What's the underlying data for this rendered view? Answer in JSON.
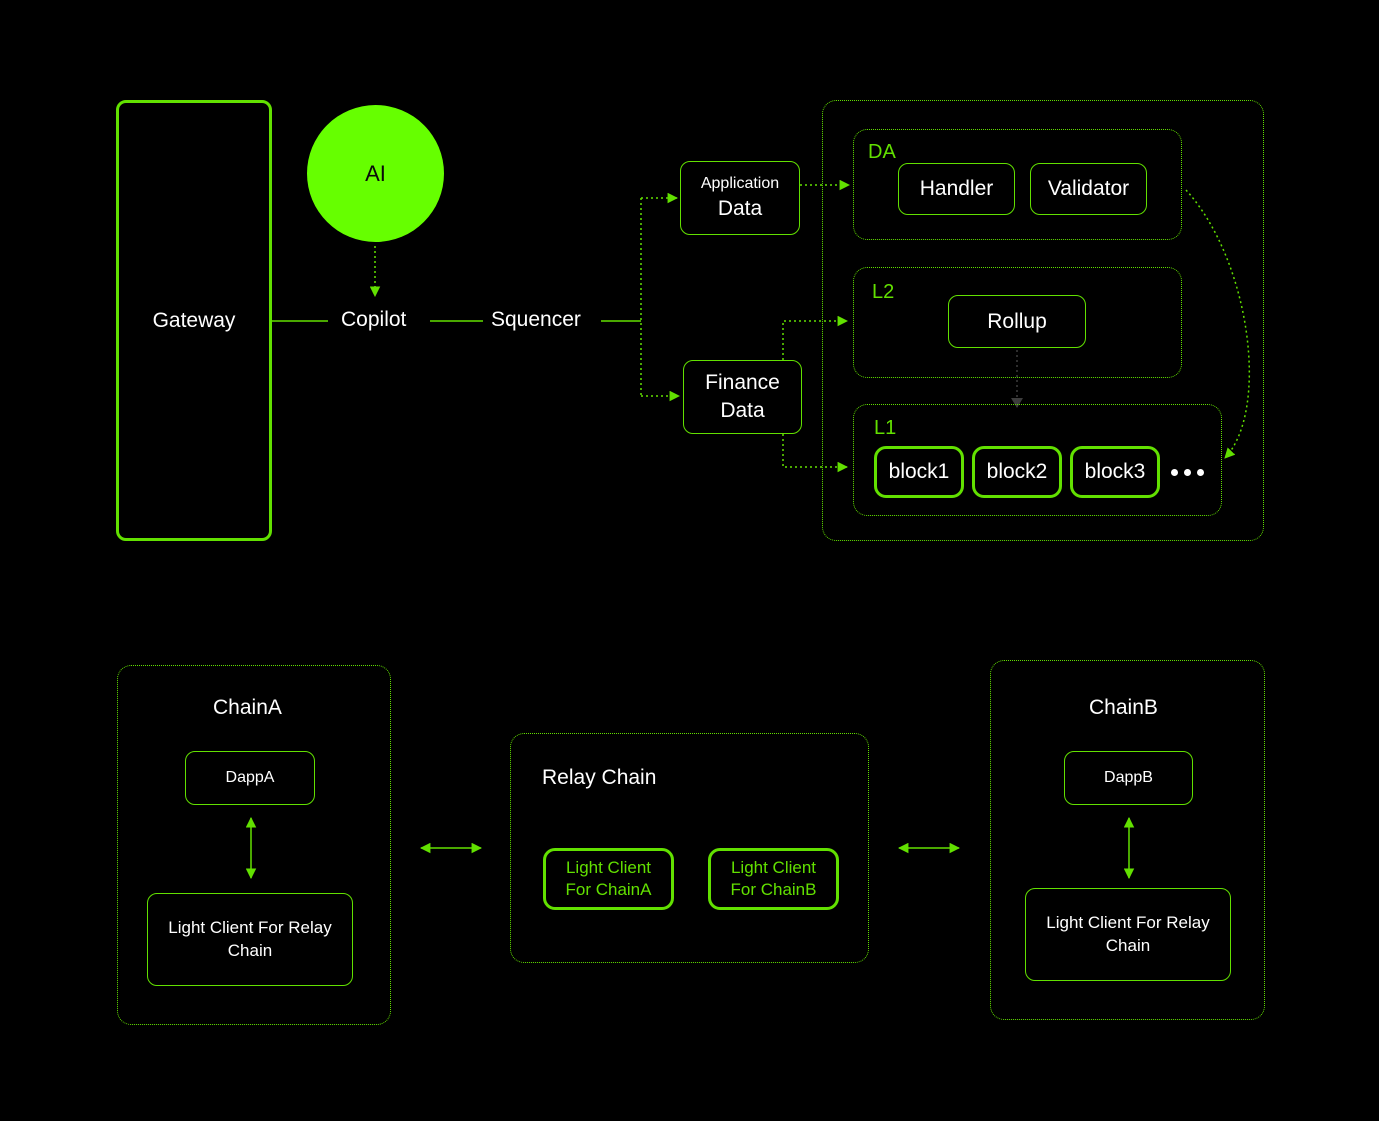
{
  "top": {
    "gateway": "Gateway",
    "ai": "AI",
    "copilot": "Copilot",
    "sequencer": "Squencer",
    "app_data": {
      "line1": "Application",
      "line2": "Data"
    },
    "finance_data": {
      "line1": "Finance",
      "line2": "Data"
    },
    "da": {
      "title": "DA",
      "handler": "Handler",
      "validator": "Validator"
    },
    "l2": {
      "title": "L2",
      "rollup": "Rollup"
    },
    "l1": {
      "title": "L1",
      "blocks": [
        "block1",
        "block2",
        "block3"
      ]
    }
  },
  "bottom": {
    "chain_a": {
      "title": "ChainA",
      "dapp": "DappA",
      "light_client": {
        "line1": "Light Client For Relay",
        "line2": "Chain"
      }
    },
    "relay": {
      "title": "Relay Chain",
      "client_a": {
        "line1": "Light Client",
        "line2": "For ChainA"
      },
      "client_b": {
        "line1": "Light Client",
        "line2": "For ChainB"
      }
    },
    "chain_b": {
      "title": "ChainB",
      "dapp": "DappB",
      "light_client": {
        "line1": "Light Client For Relay",
        "line2": "Chain"
      }
    }
  },
  "colors": {
    "background": "#000000",
    "accent": "#62e000",
    "ai_fill": "#66ff00",
    "text": "#ffffff"
  }
}
